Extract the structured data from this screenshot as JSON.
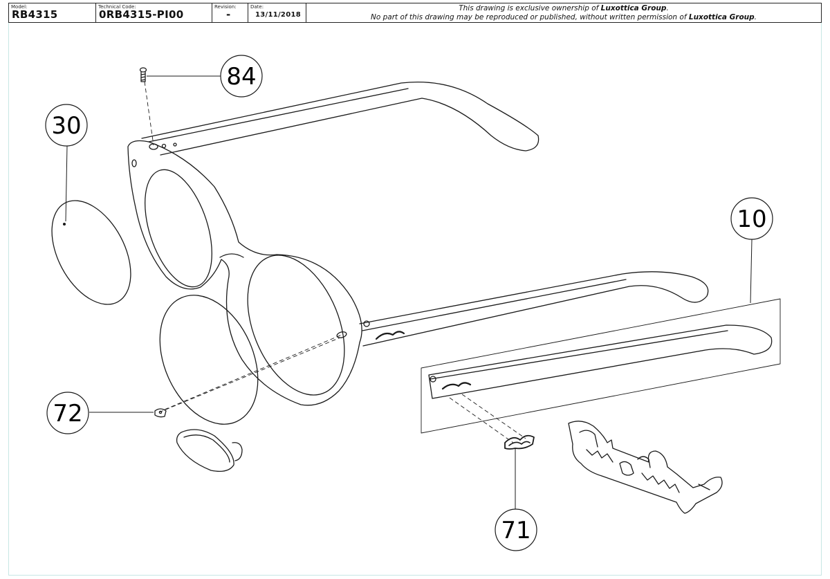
{
  "title_block": {
    "model_label": "Model:",
    "model_value": "RB4315",
    "technical_code_label": "Technical Code:",
    "technical_code_value": "0RB4315-PI00",
    "revision_label": "Revision:",
    "revision_value": "-",
    "date_label": "Date:",
    "date_value": "13/11/2018",
    "ownership_prefix": "This drawing is exclusive ownership of ",
    "ownership_company": "Luxottica Group",
    "ownership_suffix": ".",
    "reproduction_prefix": "No part of this drawing may be reproduced or published, without written permission of ",
    "reproduction_company": "Luxottica Group",
    "reproduction_suffix": "."
  },
  "callouts": [
    {
      "id": "84",
      "label": "84"
    },
    {
      "id": "30",
      "label": "30"
    },
    {
      "id": "10",
      "label": "10"
    },
    {
      "id": "72",
      "label": "72"
    },
    {
      "id": "71",
      "label": "71"
    }
  ],
  "colors": {
    "line": "#1a1a1a",
    "frame_border": "#c7e6e4",
    "background": "#ffffff"
  }
}
